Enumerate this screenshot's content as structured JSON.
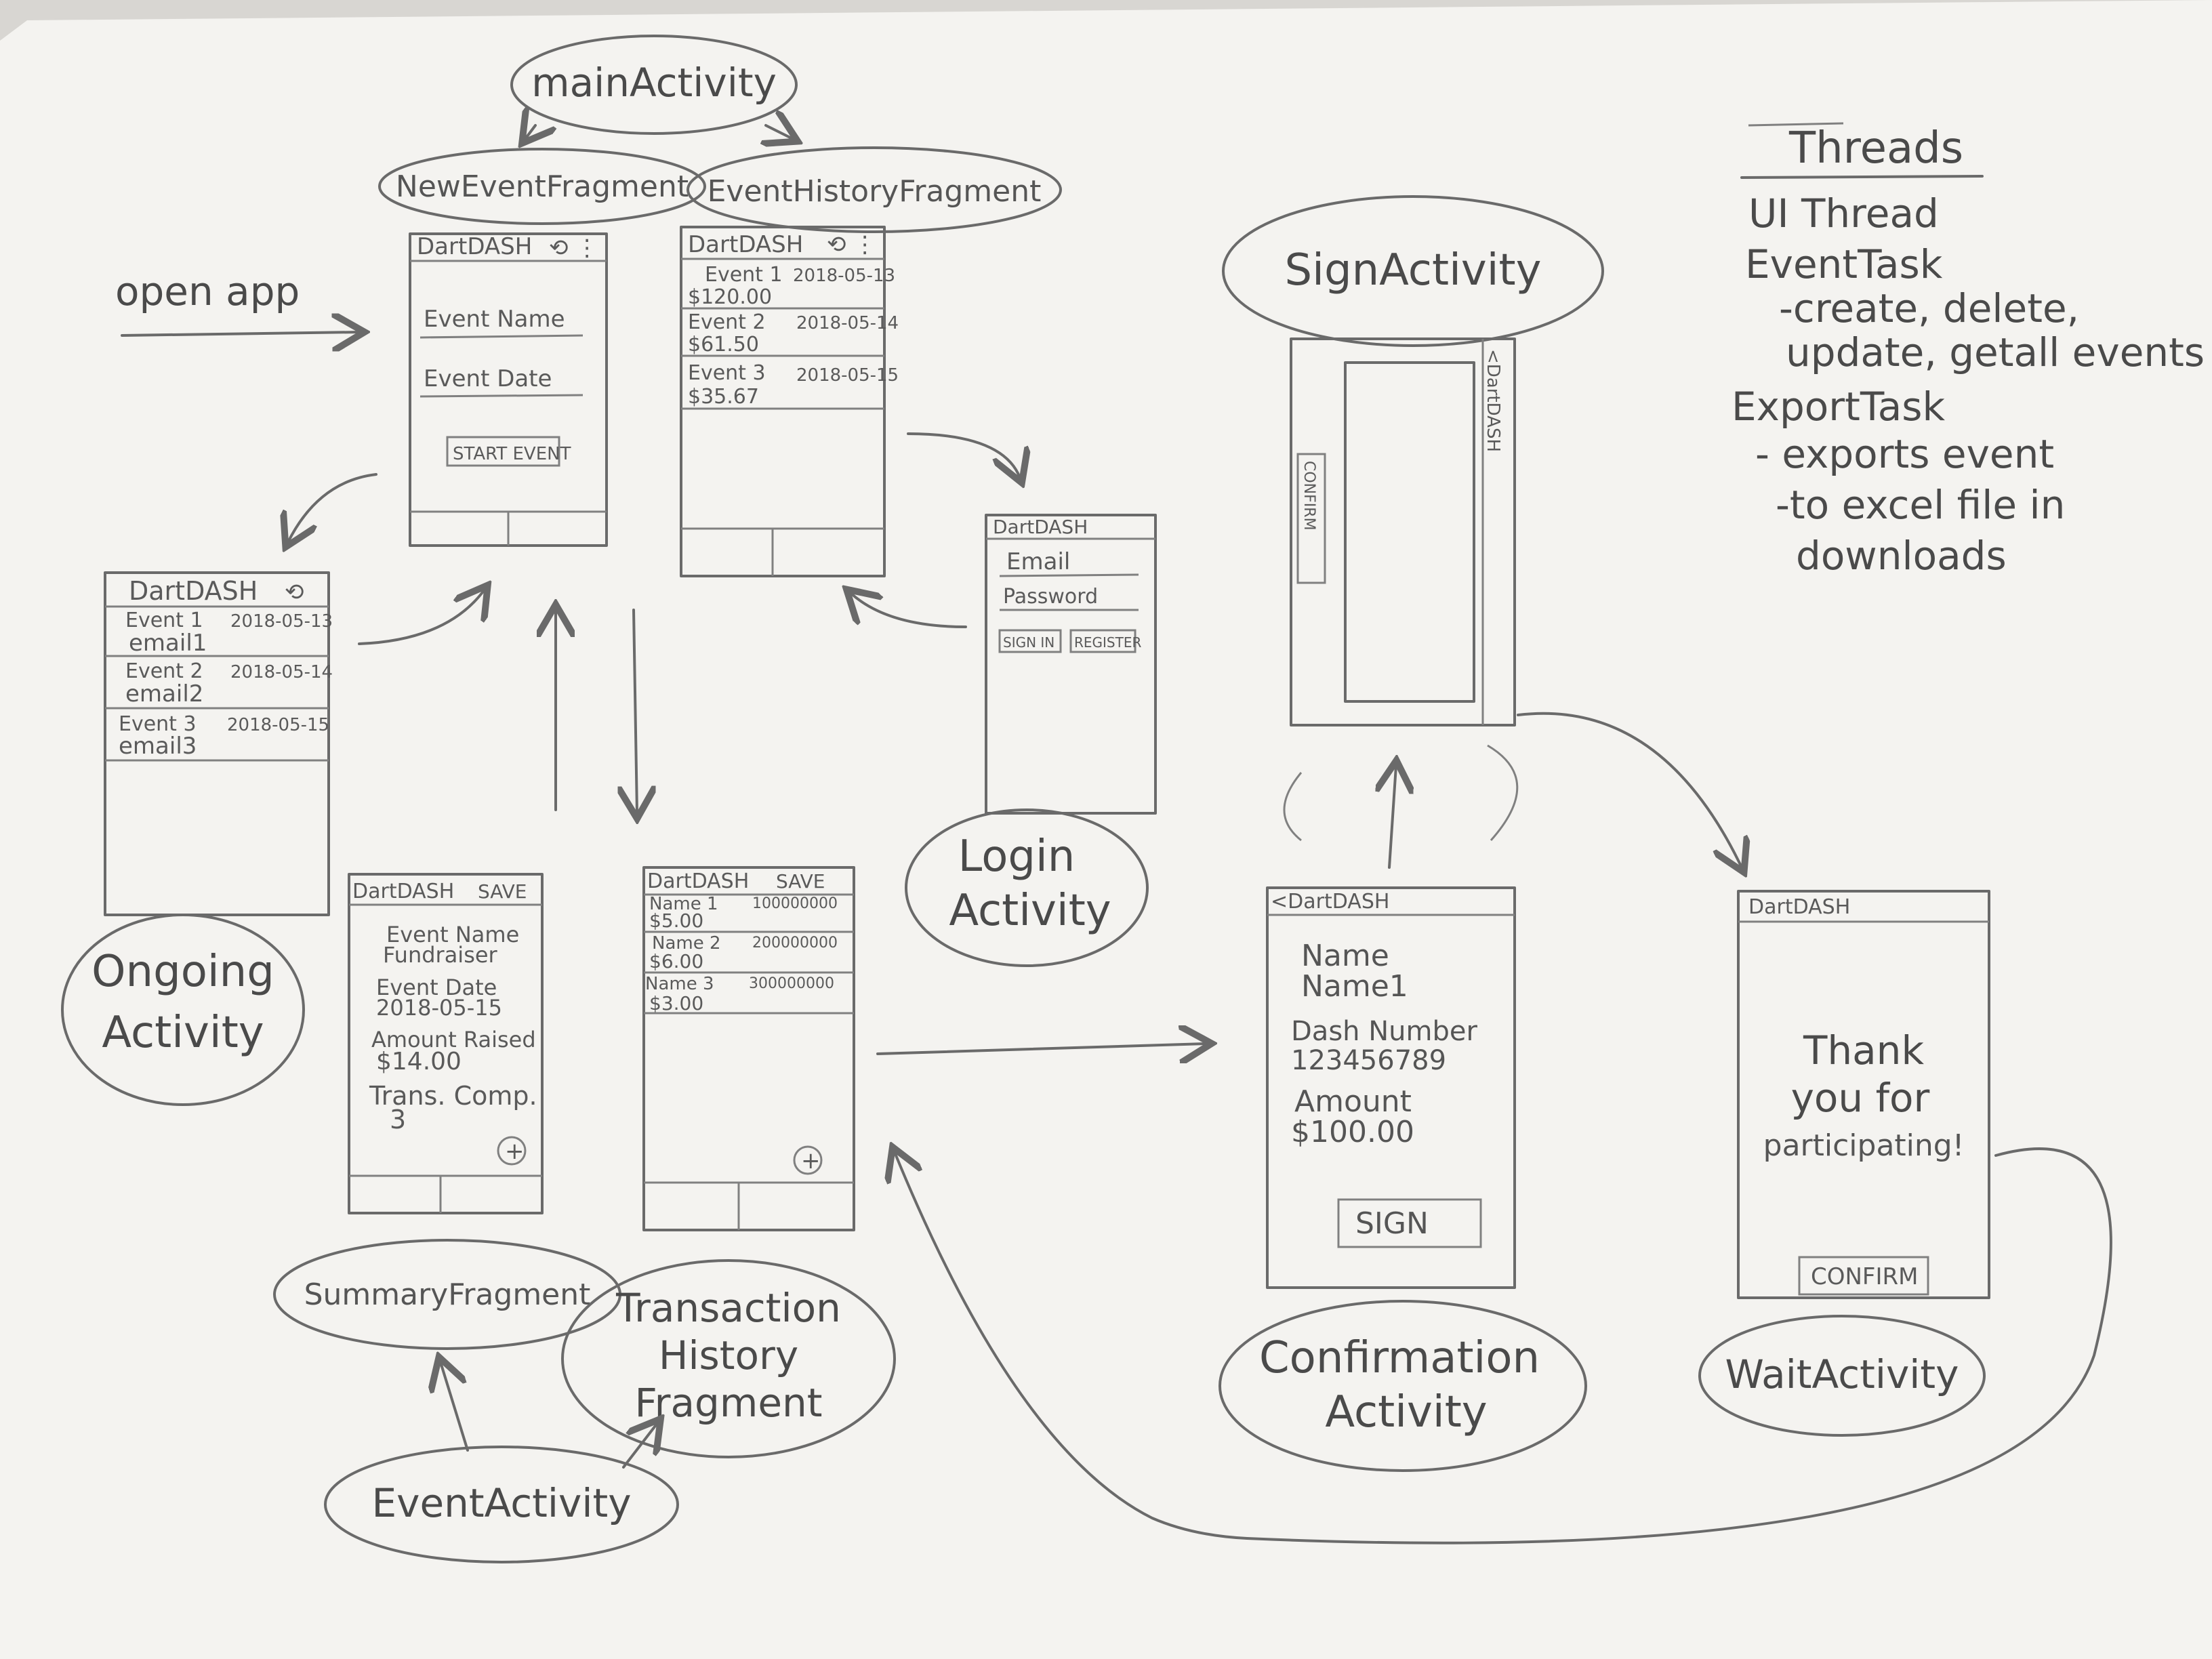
{
  "labels": {
    "main_activity": "mainActivity",
    "new_event_fragment": "NewEventFragment",
    "event_history_fragment": "EventHistoryFragment",
    "open_app": "open app",
    "ongoing_activity_line1": "Ongoing",
    "ongoing_activity_line2": "Activity",
    "login_activity_line1": "Login",
    "login_activity_line2": "Activity",
    "sign_activity": "SignActivity",
    "confirmation_activity_line1": "Confirmation",
    "confirmation_activity_line2": "Activity",
    "wait_activity": "WaitActivity",
    "summary_fragment": "SummaryFragment",
    "transaction_history_fragment_line1": "Transaction",
    "transaction_history_fragment_line2": "History",
    "transaction_history_fragment_line3": "Fragment",
    "event_activity": "EventActivity"
  },
  "threads": {
    "title": "Threads",
    "lines": [
      "UI Thread",
      "EventTask",
      "-create, delete,",
      "update, getall events",
      "ExportTask",
      "- exports event",
      "-to excel file in",
      "downloads"
    ]
  },
  "screens": {
    "new_event": {
      "header": "DartDASH",
      "field_name": "Event Name",
      "field_date": "Event Date",
      "button": "START EVENT"
    },
    "event_history": {
      "header": "DartDASH",
      "rows": [
        {
          "name": "Event 1",
          "date": "2018-05-13",
          "amount": "$120.00"
        },
        {
          "name": "Event 2",
          "date": "2018-05-14",
          "amount": "$61.50"
        },
        {
          "name": "Event 3",
          "date": "2018-05-15",
          "amount": "$35.67"
        }
      ]
    },
    "ongoing": {
      "header": "DartDASH",
      "rows": [
        {
          "name": "Event 1",
          "date": "2018-05-13",
          "email": "email1"
        },
        {
          "name": "Event 2",
          "date": "2018-05-14",
          "email": "email2"
        },
        {
          "name": "Event 3",
          "date": "2018-05-15",
          "email": "email3"
        }
      ]
    },
    "login": {
      "header": "DartDASH",
      "email": "Email",
      "password": "Password",
      "sign_in": "SIGN IN",
      "register": "REGISTER"
    },
    "summary": {
      "header": "DartDASH",
      "save": "SAVE",
      "event_name_label": "Event Name",
      "event_name_value": "Fundraiser",
      "event_date_label": "Event Date",
      "event_date_value": "2018-05-15",
      "amount_label": "Amount Raised",
      "amount_value": "$14.00",
      "trans_label": "Trans. Comp.",
      "trans_value": "3",
      "fab": "+"
    },
    "transactions": {
      "header": "DartDASH",
      "save": "SAVE",
      "rows": [
        {
          "name": "Name 1",
          "number": "100000000",
          "amount": "$5.00"
        },
        {
          "name": "Name 2",
          "number": "200000000",
          "amount": "$6.00"
        },
        {
          "name": "Name 3",
          "number": "300000000",
          "amount": "$3.00"
        }
      ],
      "fab": "+"
    },
    "sign": {
      "header": "<DartDASH",
      "confirm": "CONFIRM"
    },
    "confirmation": {
      "header": "<DartDASH",
      "name_label": "Name",
      "name_value": "Name1",
      "dash_label": "Dash Number",
      "dash_value": "123456789",
      "amount_label": "Amount",
      "amount_value": "$100.00",
      "button": "SIGN"
    },
    "wait": {
      "header": "DartDASH",
      "message_line1": "Thank",
      "message_line2": "you for",
      "message_line3": "participating!",
      "button": "CONFIRM"
    }
  }
}
